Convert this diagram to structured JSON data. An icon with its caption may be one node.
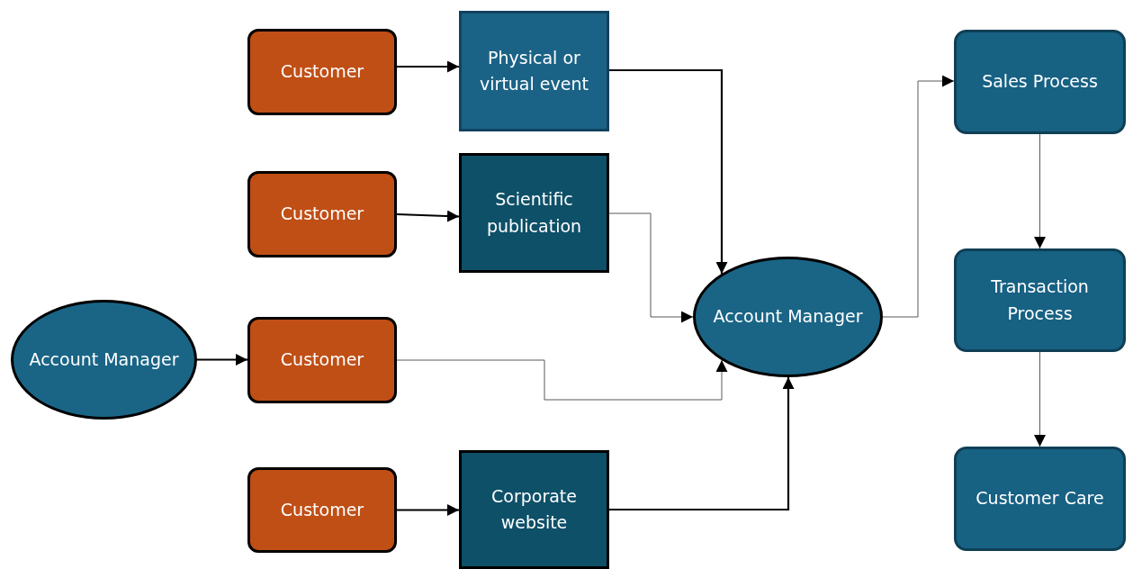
{
  "diagram": {
    "nodes": [
      {
        "text": [
          "Customer"
        ]
      },
      {
        "text": [
          "Physical or virtual event"
        ]
      },
      {
        "text": [
          "Customer"
        ]
      },
      {
        "text": [
          "Scientific publication"
        ]
      },
      {
        "text": [
          "Account Manager"
        ]
      },
      {
        "text": [
          "Customer"
        ]
      },
      {
        "text": [
          "Customer"
        ]
      },
      {
        "text": [
          "Corporate website"
        ]
      },
      {
        "text": [
          "Account Manager"
        ]
      },
      {
        "text": [
          "Sales Process"
        ]
      },
      {
        "text": [
          "Transaction Process"
        ]
      },
      {
        "text": [
          "Customer Care"
        ]
      }
    ],
    "edges": [
      {
        "from": 0,
        "to": 1,
        "arrow": "to"
      },
      {
        "from": 2,
        "to": 3,
        "arrow": "to"
      },
      {
        "from": 4,
        "to": 5,
        "arrow": "to"
      },
      {
        "from": 6,
        "to": 7,
        "arrow": "to"
      },
      {
        "from": 1,
        "to": 8,
        "arrow": "to"
      },
      {
        "from": 3,
        "to": 8,
        "arrow": "to",
        "color": "#595959"
      },
      {
        "from": 5,
        "to": 8,
        "arrow": "to",
        "color": "#595959"
      },
      {
        "from": 7,
        "to": 8,
        "arrow": "to"
      },
      {
        "from": 8,
        "to": 9,
        "arrow": "to",
        "color": "#595959"
      },
      {
        "from": 9,
        "to": 10,
        "arrow": "to",
        "color": "#595959"
      },
      {
        "from": 10,
        "to": 11,
        "arrow": "to",
        "color": "#595959"
      }
    ]
  }
}
